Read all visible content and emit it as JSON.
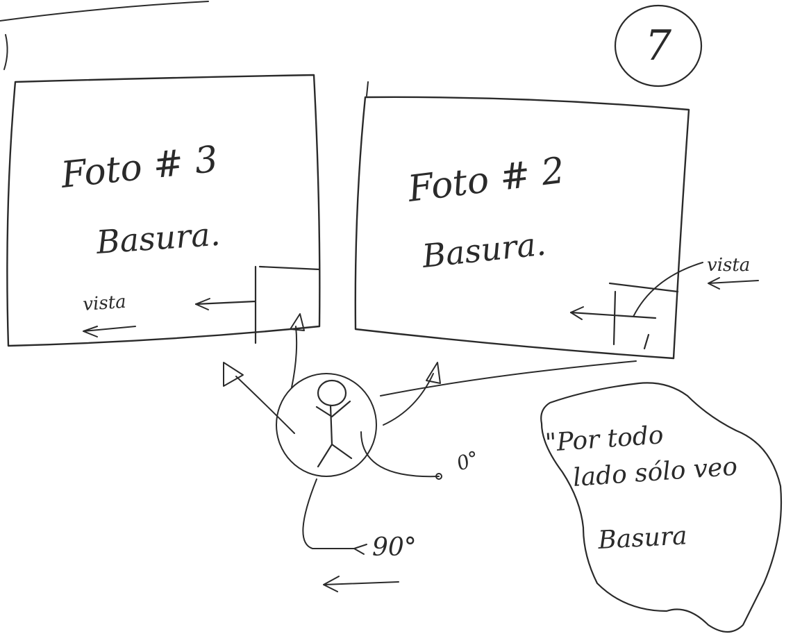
{
  "page_number": "7",
  "frame_left": {
    "title": "Foto # 3",
    "subtitle": "Basura.",
    "view_label": "vista"
  },
  "frame_right": {
    "title": "Foto # 2",
    "subtitle": "Basura.",
    "view_label": "vista"
  },
  "angles": {
    "right": "0°",
    "bottom": "90°"
  },
  "speech_bubble": {
    "line1": "\"Por todo",
    "line2": "lado sólo veo",
    "line3": "Basura"
  },
  "icons": [
    "stick-figure-icon",
    "arrow-icon",
    "triangle-marker-icon"
  ]
}
